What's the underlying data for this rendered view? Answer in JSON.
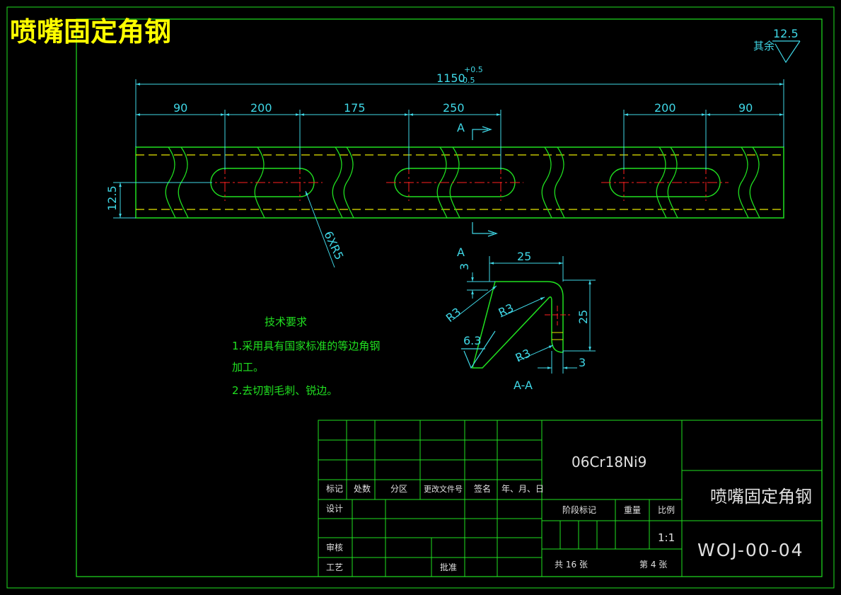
{
  "title": "喷嘴固定角钢",
  "roughness": {
    "label": "其余",
    "value": "12.5"
  },
  "main_view": {
    "overall": {
      "nominal": "1150",
      "upper_tol": "+0.5",
      "lower_tol": "-0.5"
    },
    "top_dims": [
      "90",
      "200",
      "175",
      "250"
    ],
    "top_dims_right": [
      "200",
      "90"
    ],
    "height_dim": "12.5",
    "radius_note": "6XR5",
    "section_mark": "A"
  },
  "section_view": {
    "mark": "A",
    "dim_top": "25",
    "dim_right": "25",
    "dim_thick": "3",
    "dim_left": "3",
    "radius_1": "R3",
    "radius_2": "R3",
    "radius_3": "R3",
    "roughness": "6.3",
    "label": "A-A"
  },
  "tech_requirements": {
    "heading": "技术要求",
    "lines": [
      "1.采用具有国家标准的等边角钢",
      "加工。",
      "2.去切割毛刺、锐边。"
    ]
  },
  "title_block": {
    "material": "06Cr18Ni9",
    "part_name": "喷嘴固定角钢",
    "drawing_no": "WOJ-00-04",
    "headers": [
      "标记",
      "处数",
      "分区",
      "更改文件号",
      "签名",
      "年、月、日"
    ],
    "row_labels": {
      "design": "设计",
      "check": "审核",
      "process": "工艺",
      "approve": "批准"
    },
    "stage_label": "阶段标记",
    "weight_label": "重量",
    "scale_label": "比例",
    "scale_value": "1:1",
    "total_sheets": "共 16 张",
    "sheet_no": "第 4 张"
  },
  "colors": {
    "background": "#000000",
    "frame": "#20e020",
    "dimension": "#3fd7e6",
    "title": "#ffff00",
    "centerline": "#ff2020",
    "hidden_line": "#e6e600"
  }
}
